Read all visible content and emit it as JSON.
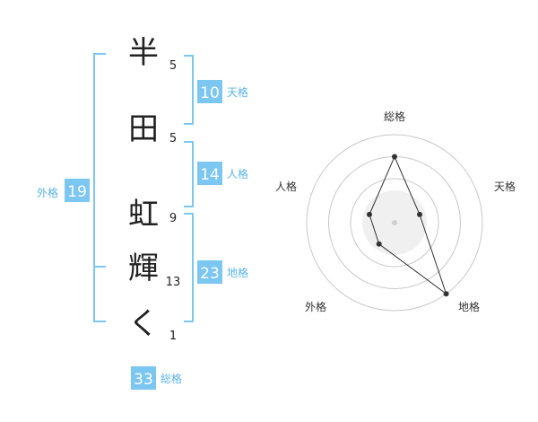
{
  "colors": {
    "bracket": "#7cc6f2",
    "badge": "#7cc6f2",
    "badge_label": "#5bb4ec",
    "text": "#222222",
    "radar_ring": "#c8c8c8",
    "radar_line": "#333333"
  },
  "name": {
    "chars": [
      {
        "char": "半",
        "strokes": "5"
      },
      {
        "char": "田",
        "strokes": "5"
      },
      {
        "char": "虹",
        "strokes": "9"
      },
      {
        "char": "輝",
        "strokes": "13"
      },
      {
        "char": "く",
        "strokes": "1"
      }
    ]
  },
  "fortunes": {
    "tenkaku": {
      "value": "10",
      "label": "天格"
    },
    "jinkaku": {
      "value": "14",
      "label": "人格"
    },
    "chikaku": {
      "value": "23",
      "label": "地格"
    },
    "gaikaku": {
      "value": "19",
      "label": "外格"
    },
    "soukaku": {
      "value": "33",
      "label": "総格"
    }
  },
  "chart_data": {
    "type": "radar",
    "axes": [
      "総格",
      "天格",
      "地格",
      "外格",
      "人格"
    ],
    "values": [
      0.75,
      0.3,
      1.0,
      0.3,
      0.3
    ],
    "rings": 4
  }
}
